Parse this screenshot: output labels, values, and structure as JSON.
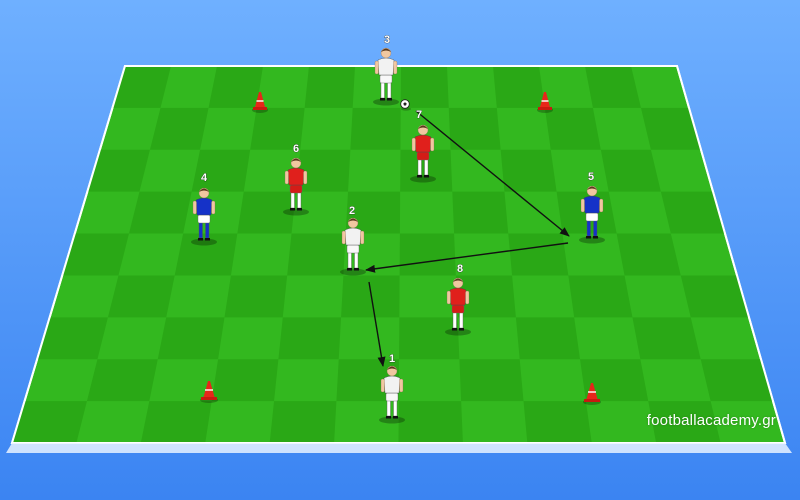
{
  "colors": {
    "background": "#4a8ff7",
    "pitch": "#33b81f",
    "pitch_alt": "#2aa816",
    "pitch_line": "#ffffff",
    "team_red": "#e0201c",
    "team_blue": "#1532c8",
    "team_white": "#f2f2f2",
    "cone": "#e8261a",
    "arrow": "#111111"
  },
  "players": [
    {
      "label": "1",
      "team": "white"
    },
    {
      "label": "2",
      "team": "white"
    },
    {
      "label": "3",
      "team": "white"
    },
    {
      "label": "4",
      "team": "blue"
    },
    {
      "label": "5",
      "team": "blue"
    },
    {
      "label": "6",
      "team": "red"
    },
    {
      "label": "7",
      "team": "red"
    },
    {
      "label": "8",
      "team": "red"
    }
  ],
  "passes": [
    {
      "from": "3",
      "to": "5"
    },
    {
      "from": "5",
      "to": "2"
    },
    {
      "from": "2",
      "to": "1"
    }
  ],
  "cones": 4,
  "ball": "3",
  "watermark": "footballacademy.gr"
}
